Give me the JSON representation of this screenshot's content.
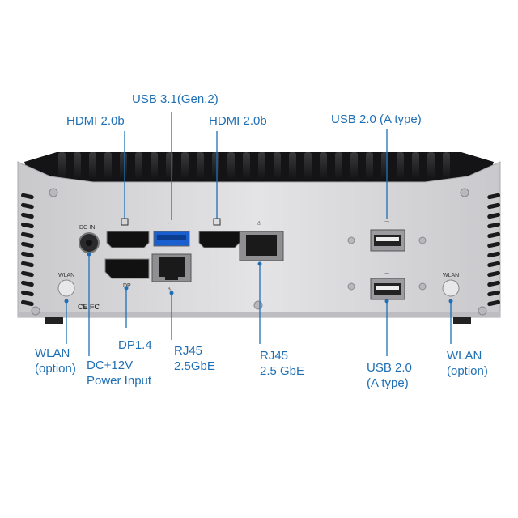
{
  "labels": {
    "hdmi_left": "HDMI 2.0b",
    "usb31": "USB 3.1(Gen.2)",
    "hdmi_right": "HDMI 2.0b",
    "usb20_top": "USB 2.0 (A type)",
    "wlan_left": [
      "WLAN",
      "(option)"
    ],
    "dc_input": [
      "DC+12V",
      "Power Input"
    ],
    "dp": "DP1.4",
    "rj45_left": [
      "RJ45",
      "2.5GbE"
    ],
    "rj45_right": [
      "RJ45",
      "2.5 GbE"
    ],
    "usb20_bottom": [
      "USB 2.0",
      "(A type)"
    ],
    "wlan_right": [
      "WLAN",
      "(option)"
    ]
  },
  "panel_text": {
    "dc_in": "DC-IN",
    "dp": "DP",
    "wlan_left": "WLAN",
    "wlan_right": "WLAN",
    "ce_fc": "CE FC"
  },
  "colors": {
    "label": "#1f6fb5",
    "leader": "#1f6fb5",
    "chassis": "#dcdcde",
    "heatsink": "#1b1b1d"
  }
}
